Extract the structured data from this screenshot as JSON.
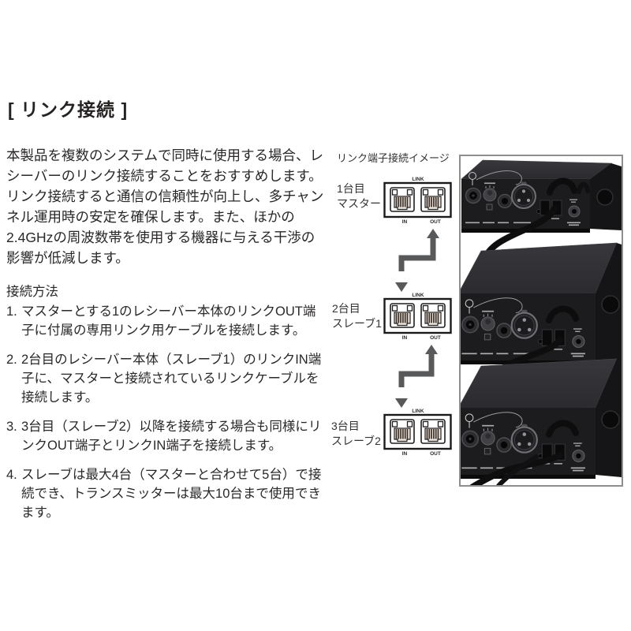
{
  "title": "[ リンク接続 ]",
  "intro": "本製品を複数のシステムで同時に使用する場合、レシーバーのリンク接続することをおすすめします。リンク接続すると通信の信頼性が向上し、多チャンネル運用時の安定を確保します。また、ほかの2.4GHzの周波数帯を使用する機器に与える干渉の影響が低減します。",
  "method": {
    "heading": "接続方法",
    "steps": [
      {
        "num": "1.",
        "text": "マスターとする1のレシーバー本体のリンクOUT端子に付属の専用リンク用ケーブルを接続します。"
      },
      {
        "num": "2.",
        "text": "2台目のレシーバー本体（スレーブ1）のリンクIN端子に、マスターと接続されているリンクケーブルを接続します。"
      },
      {
        "num": "3.",
        "text": "3台目（スレーブ2）以降を接続する場合も同様にリンクOUT端子とリンクIN端子を接続します。"
      },
      {
        "num": "4.",
        "text": "スレーブは最大4台（マスターと合わせて5台）で接続でき、トランスミッターは最大10台まで使用できます。"
      }
    ]
  },
  "diagram": {
    "caption": "リンク端子接続イメージ",
    "port_labels": {
      "link": "LINK",
      "in": "IN",
      "out": "OUT"
    },
    "units": [
      {
        "line1": "1台目",
        "line2": "マスター"
      },
      {
        "line1": "2台目",
        "line2": "スレーブ1"
      },
      {
        "line1": "3台目",
        "line2": "スレーブ2"
      }
    ],
    "arrow_color": "#58595b",
    "frame_border": "#8e8e8e"
  }
}
